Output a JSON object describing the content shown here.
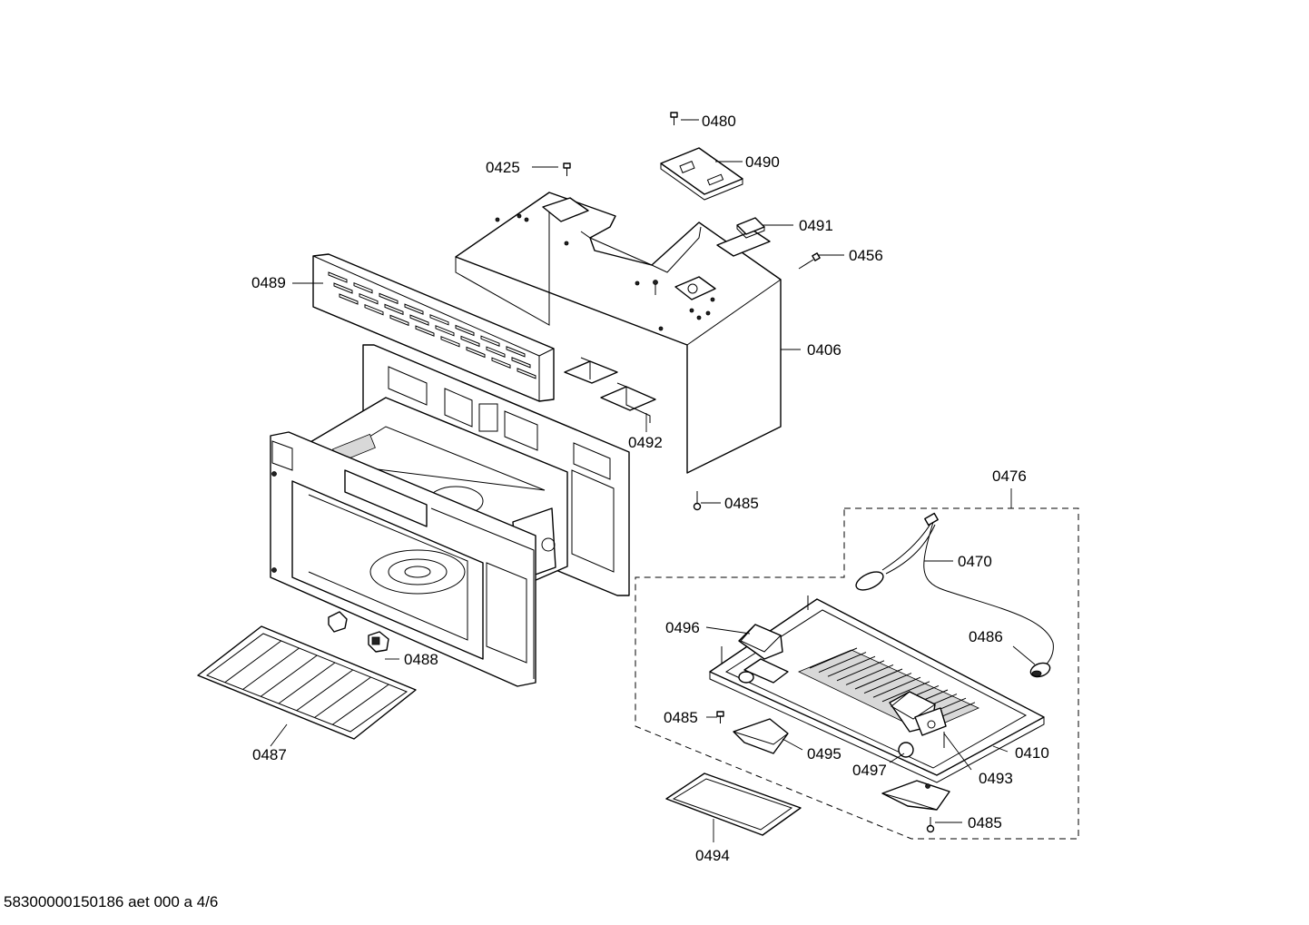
{
  "diagram": {
    "parts": [
      {
        "id": "p0480",
        "number": "0480"
      },
      {
        "id": "p0490",
        "number": "0490"
      },
      {
        "id": "p0425",
        "number": "0425"
      },
      {
        "id": "p0491",
        "number": "0491"
      },
      {
        "id": "p0456",
        "number": "0456"
      },
      {
        "id": "p0489",
        "number": "0489"
      },
      {
        "id": "p0406",
        "number": "0406"
      },
      {
        "id": "p0492",
        "number": "0492"
      },
      {
        "id": "p0476",
        "number": "0476"
      },
      {
        "id": "p0485a",
        "number": "0485"
      },
      {
        "id": "p0470",
        "number": "0470"
      },
      {
        "id": "p0496",
        "number": "0496"
      },
      {
        "id": "p0486",
        "number": "0486"
      },
      {
        "id": "p0488",
        "number": "0488"
      },
      {
        "id": "p0485b",
        "number": "0485"
      },
      {
        "id": "p0495",
        "number": "0495"
      },
      {
        "id": "p0410",
        "number": "0410"
      },
      {
        "id": "p0487",
        "number": "0487"
      },
      {
        "id": "p0497",
        "number": "0497"
      },
      {
        "id": "p0493",
        "number": "0493"
      },
      {
        "id": "p0485c",
        "number": "0485"
      },
      {
        "id": "p0494",
        "number": "0494"
      }
    ],
    "footer_code": "58300000150186 aet 000 a 4/6"
  }
}
